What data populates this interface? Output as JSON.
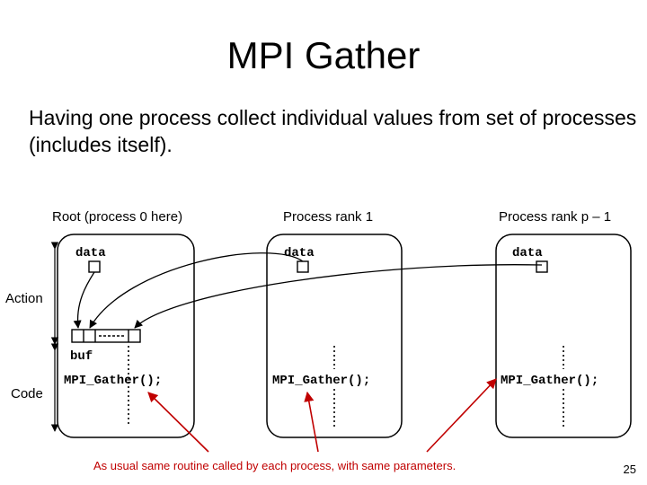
{
  "slide": {
    "title": "MPI Gather",
    "intro": "Having one process collect individual values from set of processes (includes itself).",
    "page_number": "25"
  },
  "diagram": {
    "processes": [
      {
        "header": "Root (process 0 here)",
        "var": "data",
        "call": "MPI_Gather();",
        "buf_label": "buf"
      },
      {
        "header": "Process rank 1",
        "var": "data",
        "call": "MPI_Gather();"
      },
      {
        "header": "Process rank p – 1",
        "var": "data",
        "call": "MPI_Gather();"
      }
    ],
    "left_labels": {
      "action": "Action",
      "code": "Code"
    },
    "note": "As usual same routine called by each process, with same parameters.",
    "colors": {
      "note": "#c00000",
      "arrows": "#c00000",
      "lines": "#000000"
    }
  }
}
